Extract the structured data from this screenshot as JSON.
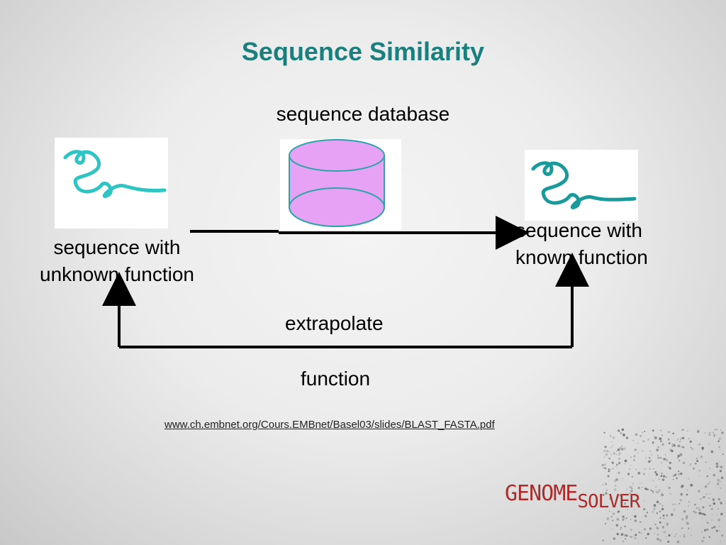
{
  "title": "Sequence Similarity",
  "database_label": "sequence database",
  "unknown_label": "sequence with unknown function",
  "known_label": "sequence with known function",
  "extrapolate_label": "extrapolate",
  "function_label": "function",
  "source_link": "www.ch.embnet.org/Cours.EMBnet/Basel03/slides/BLAST_FASTA.pdf",
  "logo": {
    "part1": "GENOME",
    "part2": "SOLVER"
  },
  "colors": {
    "title": "#1a7f7f",
    "squiggle_left": "#2ec4c4",
    "squiggle_right": "#1a9a9a",
    "cylinder": "#e7a2f5",
    "cylinder_stroke": "#2aa6a6",
    "logo": "#ad2b2b"
  }
}
